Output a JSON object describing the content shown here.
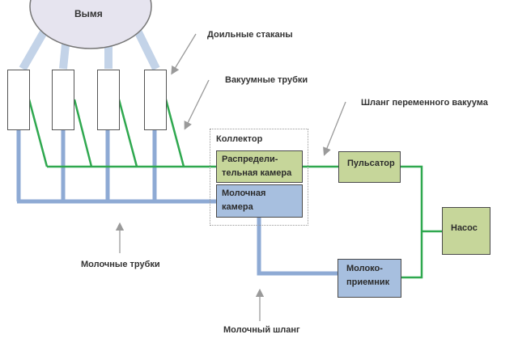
{
  "udder": {
    "label": "Вымя"
  },
  "labels": {
    "teat_cups": "Доильные стаканы",
    "vacuum_tubes": "Вакуумные трубки",
    "variable_vacuum_hose": "Шланг переменного вакуума",
    "milk_tubes": "Молочные трубки",
    "milk_hose": "Молочный шланг"
  },
  "collector": {
    "title": "Коллектор",
    "distribution_chamber": "Распредели-\nтельная камера",
    "distribution_line1": "Распредели-",
    "distribution_line2": "тельная камера",
    "milk_chamber_line1": "Молочная",
    "milk_chamber_line2": "камера"
  },
  "components": {
    "pulsator": "Пульсатор",
    "pump": "Насос",
    "milk_receiver_line1": "Молоко-",
    "milk_receiver_line2": "приемник"
  },
  "colors": {
    "vacuum_line": "#2fa84f",
    "milk_line": "#8eaad4",
    "green_box": "#c6d69a",
    "blue_box": "#a7bfdf",
    "udder_fill": "#e6e4ef",
    "arrow": "#9a9a9a"
  },
  "teat_cup_count": 4
}
